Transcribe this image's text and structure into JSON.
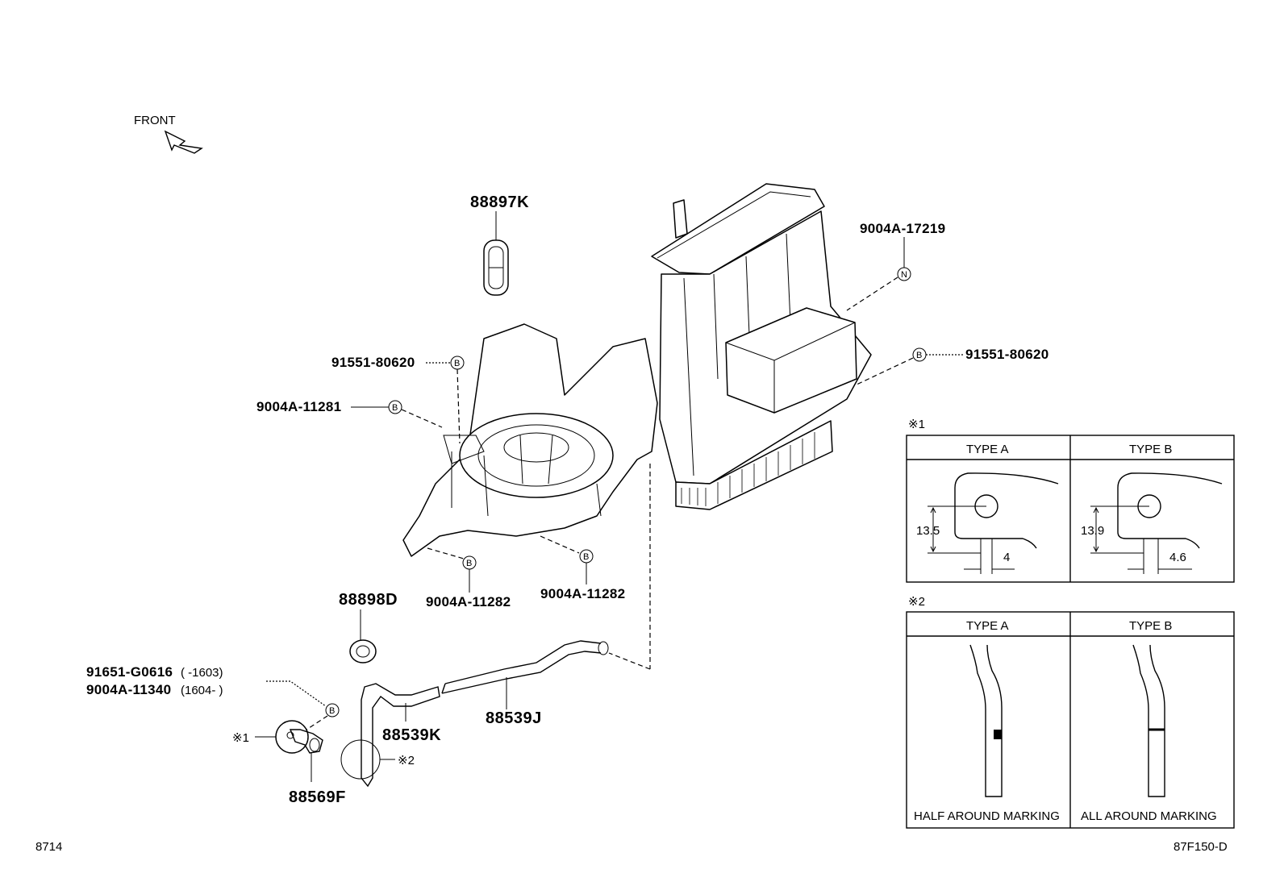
{
  "front_label": "FRONT",
  "diagram_code": "8714",
  "figure_code": "87F150-D",
  "parts": {
    "p88897K": "88897K",
    "p88898D": "88898D",
    "p88539K": "88539K",
    "p88539J": "88539J",
    "p88569F": "88569F",
    "r9004A_17219": "9004A-17219",
    "r91551_80620_left": "91551-80620",
    "r91551_80620_right": "91551-80620",
    "r9004A_11281": "9004A-11281",
    "r9004A_11282_left": "9004A-11282",
    "r9004A_11282_right": "9004A-11282",
    "r91651_G0616": "91651-G0616",
    "r91651_G0616_range": "(     -1603)",
    "r9004A_11340": "9004A-11340",
    "r9004A_11340_range": "(1604-     )"
  },
  "markers": {
    "B": "B",
    "N": "N",
    "note1": "※1",
    "note2": "※2"
  },
  "detail1": {
    "label": "※1",
    "type_a": "TYPE A",
    "type_b": "TYPE B",
    "a_height": "13.5",
    "a_width": "4",
    "b_height": "13.9",
    "b_width": "4.6"
  },
  "detail2": {
    "label": "※2",
    "type_a": "TYPE A",
    "type_b": "TYPE B",
    "a_caption": "HALF AROUND MARKING",
    "b_caption": "ALL AROUND MARKING"
  }
}
